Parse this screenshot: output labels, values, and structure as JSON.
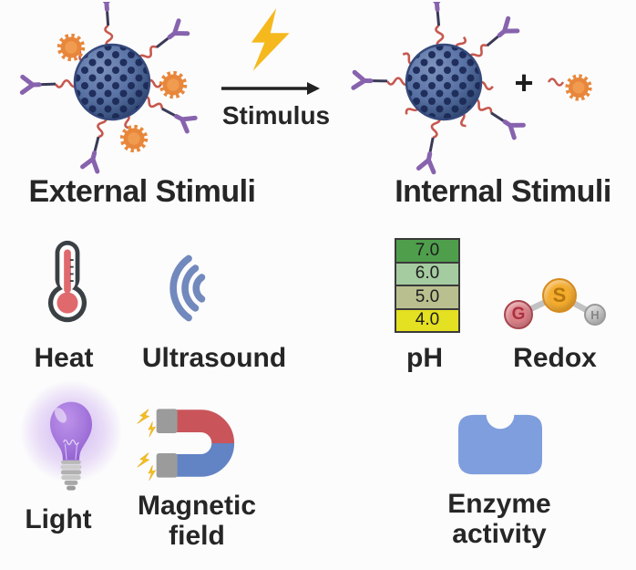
{
  "header": {
    "external_title": "External Stimuli",
    "internal_title": "Internal Stimuli",
    "stimulus_label": "Stimulus",
    "plus_sign": "+"
  },
  "external_stimuli": {
    "heat_label": "Heat",
    "ultrasound_label": "Ultrasound",
    "light_label": "Light",
    "magnetic_label": "Magnetic field"
  },
  "internal_stimuli": {
    "ph_label": "pH",
    "redox_label": "Redox",
    "enzyme_label": "Enzyme activity"
  },
  "ph_scale": {
    "levels": [
      {
        "value": "7.0",
        "color": "#4f9e4c"
      },
      {
        "value": "6.0",
        "color": "#a5cba1"
      },
      {
        "value": "5.0",
        "color": "#b9bf8f"
      },
      {
        "value": "4.0",
        "color": "#e4e022"
      }
    ]
  },
  "redox_molecule": {
    "atoms": [
      {
        "label": "S",
        "color": "#f4ac2e"
      },
      {
        "label": "G",
        "color": "#dd8289"
      },
      {
        "label": "H",
        "color": "#c6c6c6"
      }
    ]
  },
  "icon_colors": {
    "nanoparticle_blue": "#5b74a6",
    "nanoparticle_dot": "#1f2e5c",
    "antibody_purple": "#8763ae",
    "linker_red": "#c7584f",
    "drug_orange": "#e8873b",
    "lightning_yellow": "#f5b81d",
    "thermometer_red": "#e0696e",
    "thermometer_outline": "#3b4045",
    "ultrasound_blue": "#7289bd",
    "bulb_purple": "#a578dd",
    "magnet_red": "#c9555a",
    "magnet_blue": "#6283c4",
    "magnet_pole_gray": "#9b9b9b",
    "enzyme_blue": "#7f9ede"
  }
}
